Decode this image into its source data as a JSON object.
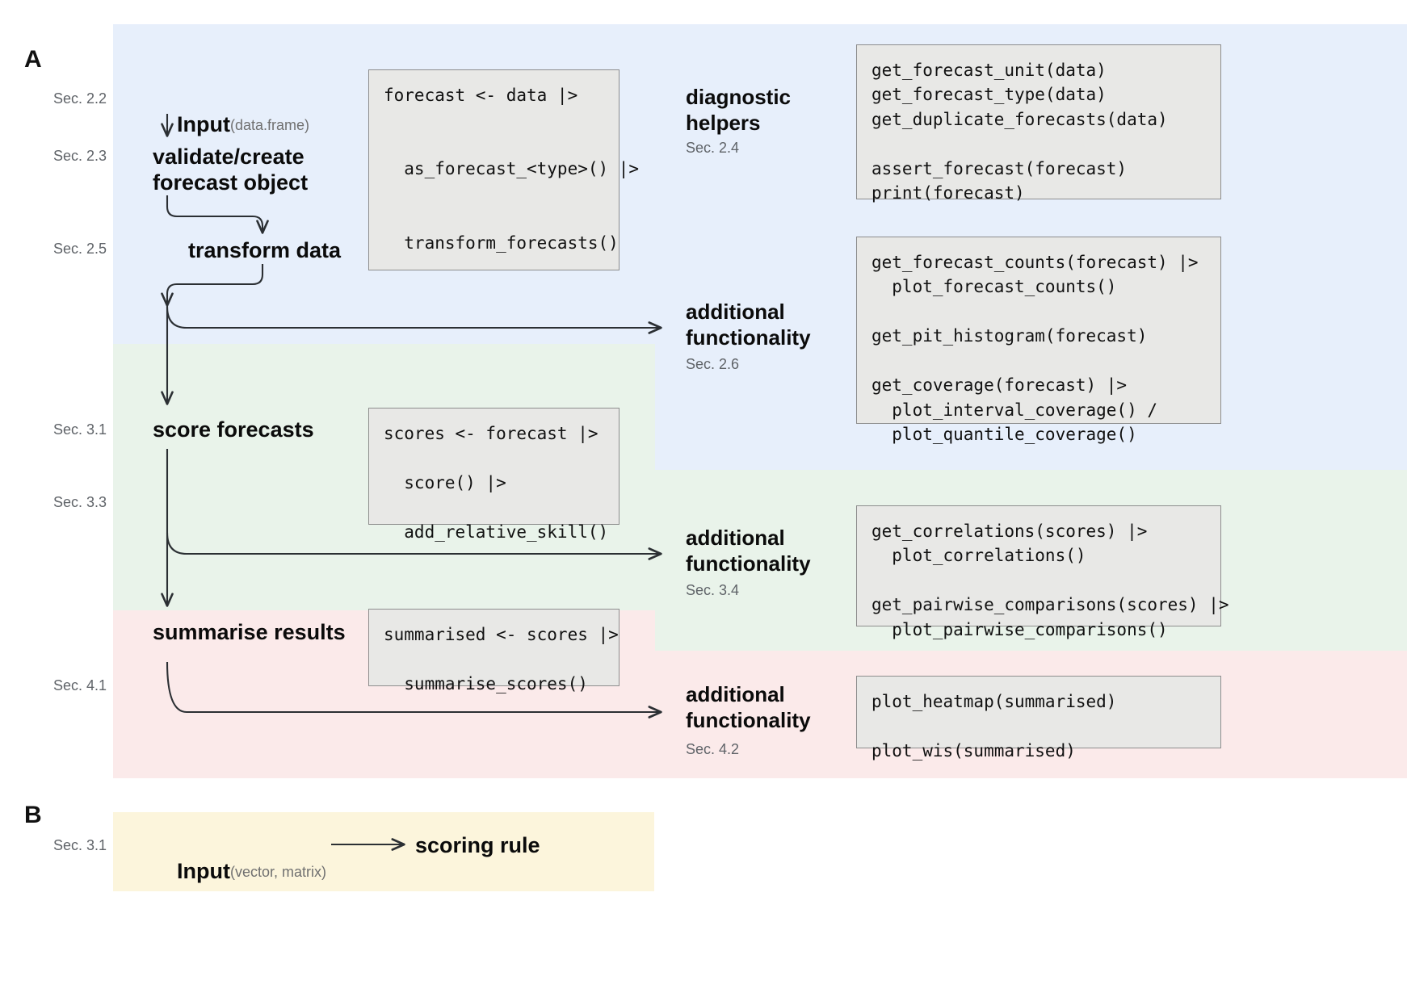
{
  "panels": {
    "a_letter": "A",
    "b_letter": "B"
  },
  "section_labels": {
    "sec_2_2": "Sec. 2.2",
    "sec_2_3": "Sec. 2.3",
    "sec_2_5": "Sec. 2.5",
    "sec_3_1": "Sec. 3.1",
    "sec_3_3": "Sec. 3.3",
    "sec_4_1": "Sec. 4.1",
    "sec_b_3_1": "Sec. 3.1"
  },
  "flow_nodes": {
    "input": "Input",
    "input_paren": "(data.frame)",
    "validate": "validate/create\nforecast object",
    "transform": "transform data",
    "score": "score forecasts",
    "summarise": "summarise results"
  },
  "code_blocks": {
    "forecast": "forecast <- data |>\n\n\n  as_forecast_<type>() |>\n\n\n  transform_forecasts()",
    "scores": "scores <- forecast |>\n\n  score() |>\n\n  add_relative_skill()",
    "summarised": "summarised <- scores |>\n\n  summarise_scores()"
  },
  "right_sections": [
    {
      "title": "diagnostic\nhelpers",
      "sec": "Sec. 2.4",
      "code": "get_forecast_unit(data)\nget_forecast_type(data)\nget_duplicate_forecasts(data)\n\nassert_forecast(forecast)\nprint(forecast)"
    },
    {
      "title": "additional\nfunctionality",
      "sec": "Sec. 2.6",
      "code": "get_forecast_counts(forecast) |>\n  plot_forecast_counts()\n\nget_pit_histogram(forecast)\n\nget_coverage(forecast) |>\n  plot_interval_coverage() /\n  plot_quantile_coverage()"
    },
    {
      "title": "additional\nfunctionality",
      "sec": "Sec. 3.4",
      "code": "get_correlations(scores) |>\n  plot_correlations()\n\nget_pairwise_comparisons(scores) |>\n  plot_pairwise_comparisons()"
    },
    {
      "title": "additional\nfunctionality",
      "sec": "Sec. 4.2",
      "code": "plot_heatmap(summarised)\n\nplot_wis(summarised)"
    }
  ],
  "panel_b": {
    "input": "Input",
    "input_paren": "(vector, matrix)",
    "target": "scoring rule"
  },
  "colors": {
    "band_blue": "#e7effb",
    "band_green": "#e9f3ea",
    "band_pink": "#fbeaea",
    "band_yellow": "#fcf5dc",
    "code_bg": "#e8e8e6",
    "code_border": "#8d8d8d",
    "text": "#0b0b0b",
    "muted": "#5f6368",
    "arrow": "#2b2f33"
  }
}
